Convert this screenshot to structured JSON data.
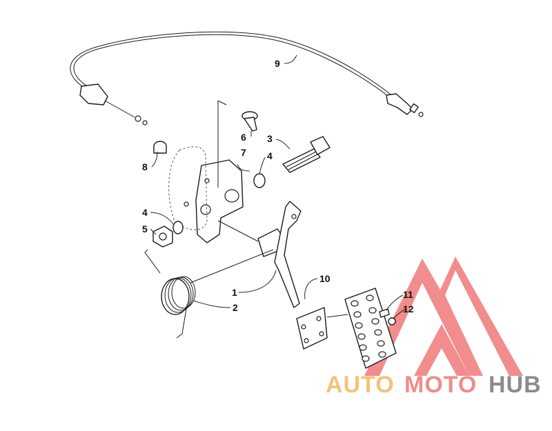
{
  "callouts": {
    "c1": "1",
    "c2": "2",
    "c3": "3",
    "c4a": "4",
    "c4b": "4",
    "c5": "5",
    "c6": "6",
    "c7": "7",
    "c8": "8",
    "c9": "9",
    "c10": "10",
    "c11": "11",
    "c12": "12"
  },
  "watermark": {
    "part1": "AUTO",
    "part2": "MOTO",
    "part3": "HUB",
    "color_auto": "#f3c27a",
    "color_moto": "#f08c8c",
    "color_hub": "#8c8c8c",
    "color_logo": "#f07a7a"
  }
}
